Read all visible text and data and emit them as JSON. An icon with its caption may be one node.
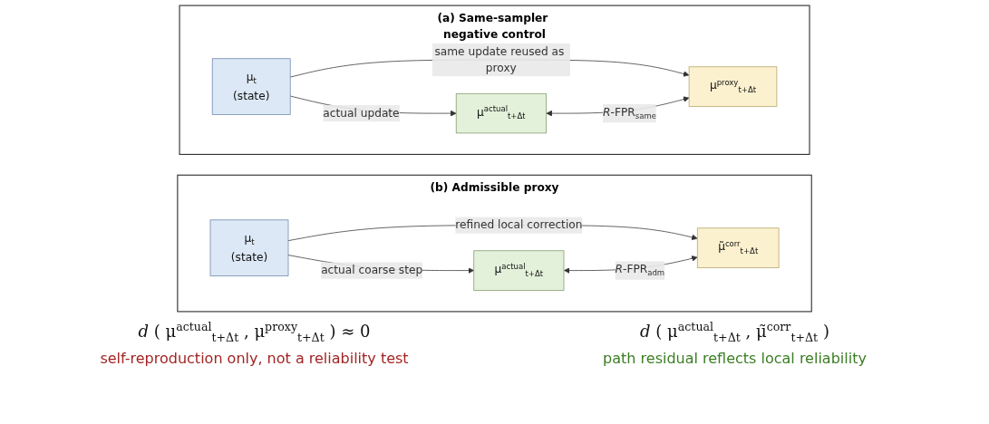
{
  "diagram": {
    "nodes": [
      {
        "text": [
          "(a) Same-sampler negative control"
        ]
      },
      {
        "text": [
          "μ$_{t}$",
          "(state)"
        ],
        "in": 0
      },
      {
        "text": [
          "μ$^{actual}$$_{t+Δt}$"
        ],
        "in": 0
      },
      {
        "text": [
          "μ$^{proxy}$$_{t+Δt}$"
        ],
        "in": 0
      },
      {
        "text": [
          "(b) Admissible proxy"
        ]
      },
      {
        "text": [
          "μ$_{t}$",
          "(state)"
        ],
        "in": 4
      },
      {
        "text": [
          "μ$^{actual}$$_{t+Δt}$"
        ],
        "in": 4
      },
      {
        "text": [
          "μ̃$^{corr}$$_{t+Δt}$"
        ],
        "in": 4
      }
    ],
    "edges": [
      {
        "from": 1,
        "to": 2,
        "arrow": "to",
        "label": "actual update"
      },
      {
        "from": 1,
        "to": 3,
        "arrow": "to",
        "label": "same update reused as proxy"
      },
      {
        "from": 2,
        "to": 3,
        "arrow": "both",
        "label": "*R*-FPR$_{same}$"
      },
      {
        "from": 5,
        "to": 6,
        "arrow": "to",
        "label": "actual coarse step"
      },
      {
        "from": 5,
        "to": 7,
        "arrow": "to",
        "label": "refined local correction"
      },
      {
        "from": 6,
        "to": 7,
        "arrow": "both",
        "label": "*R*-FPR$_{adm}$"
      }
    ],
    "labels": [
      "*d* ( μ$^{actual}$$_{t+Δt}$ , μ$^{proxy}$$_{t+Δt}$ ) ≈ 0",
      "self-reproduction only, not a reliability test",
      "*d* ( μ$^{actual}$$_{t+Δt}$ , μ̃$^{corr}$$_{t+Δt}$ )",
      "path residual reflects local reliability"
    ]
  }
}
